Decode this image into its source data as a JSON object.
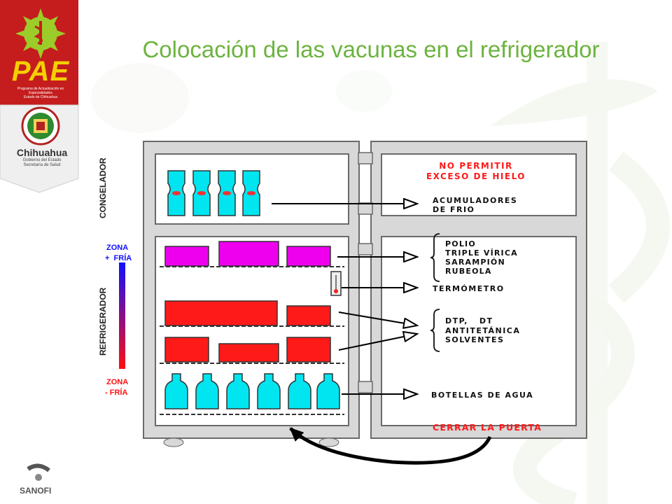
{
  "slide": {
    "title": "Colocación de las vacunas en el refrigerador"
  },
  "logos": {
    "pae": {
      "brand": "PAE",
      "subtitle_line1": "Programa de Actualización en Especialidades",
      "subtitle_line2": "Estado de Chihuahua"
    },
    "chihuahua": {
      "name": "Chihuahua",
      "line1": "Gobierno del Estado",
      "line2": "Secretaría de Salud"
    },
    "sanofi": "SANOFI"
  },
  "diagram": {
    "side_labels": {
      "freezer": "CONGELADOR",
      "fridge": "REFRIGERADOR"
    },
    "zone_labels": {
      "top_line1": "ZONA",
      "top_line2": "+  FRÍA",
      "bottom_line1": "ZONA",
      "bottom_line2": "- FRÍA"
    },
    "notes": {
      "no_ice_line1": "NO PERMITIR",
      "no_ice_line2": "EXCESO DE HIELO",
      "close_door": "CERRAR LA PUERTA"
    },
    "items": {
      "ice_packs": [
        "ACUMULADORES",
        "DE FRIO"
      ],
      "viral_vaccines": [
        "POLIO",
        "TRIPLE VÍRICA",
        "SARAMPIÓN",
        "RUBEOLA"
      ],
      "thermometer": [
        "TERMÓMETRO"
      ],
      "toxoids": [
        "DTP,   DT",
        "ANTITETÁNICA",
        "SOLVENTES"
      ],
      "water_bottles": [
        "BOTELLAS DE AGUA"
      ]
    },
    "colors": {
      "frame": "#d8d8d8",
      "frame_border": "#6a6a6a",
      "ice_pack": "#00e5f0",
      "viral_box": "#ee00ee",
      "toxoid_box": "#ff1a1a",
      "bottle": "#00e5f0",
      "warning_text": "#ff1a1a",
      "title": "#6db33f",
      "zone_cold": "#1010ff",
      "zone_warm": "#ff1010"
    }
  }
}
